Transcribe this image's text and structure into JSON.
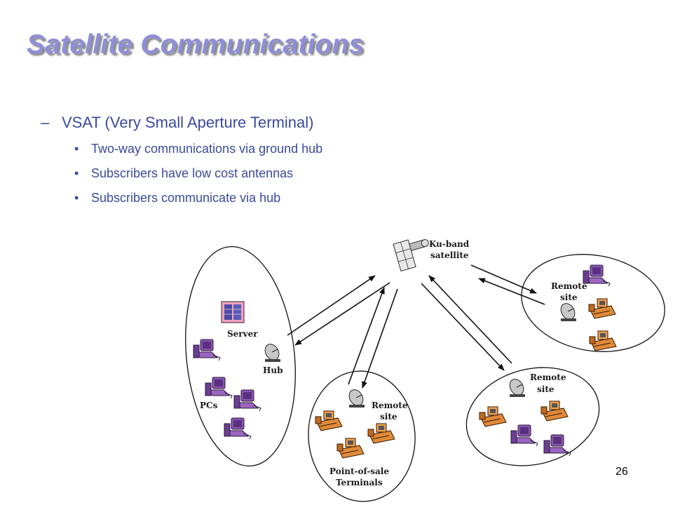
{
  "slide": {
    "title": "Satellite Communications",
    "bullet_dash": "–",
    "bullet_dot": "•",
    "main_bullet": "VSAT (Very Small Aperture Terminal)",
    "sub_bullets": [
      "Two-way communications via ground hub",
      "Subscribers have low cost antennas",
      "Subscribers communicate via hub"
    ],
    "page_number": "26"
  },
  "diagram": {
    "satellite_line1": "Ku-band",
    "satellite_line2": "satellite",
    "server": "Server",
    "hub": "Hub",
    "pcs": "PCs",
    "remote_line1": "Remote",
    "remote_line2": "site",
    "pos_line1": "Point-of-sale",
    "pos_line2": "Terminals"
  },
  "colors": {
    "title": "#8e8ed8",
    "bullet_text": "#3a4a9c",
    "computer": "#8a55b0",
    "terminal": "#e08a3a"
  }
}
